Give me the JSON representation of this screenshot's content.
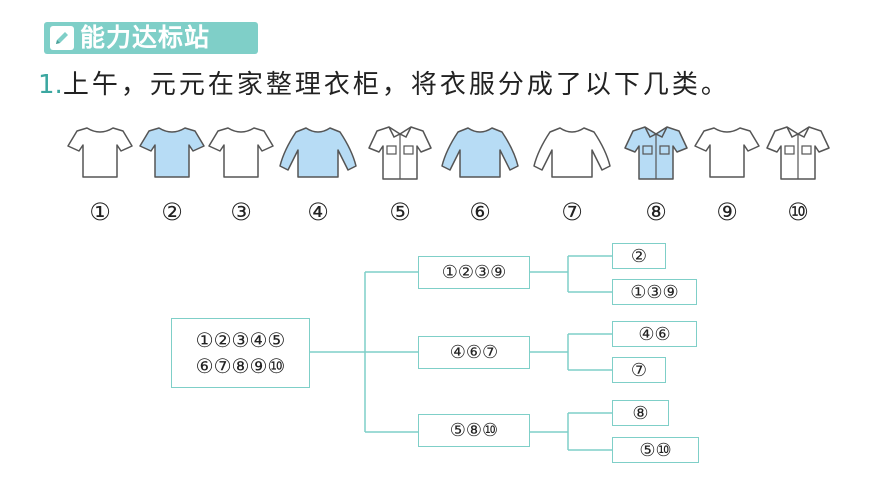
{
  "header": {
    "badge_title": "能力达标站",
    "badge_icon": "pencil-icon",
    "badge_color": "#7fcfc8"
  },
  "question": {
    "number": "1.",
    "text": "上午，元元在家整理衣柜，将衣服分成了以下几类。"
  },
  "clothes": [
    {
      "label": "①",
      "style": "short-sleeve tee",
      "color": "white"
    },
    {
      "label": "②",
      "style": "short-sleeve tee",
      "color": "blue"
    },
    {
      "label": "③",
      "style": "short-sleeve tee",
      "color": "white"
    },
    {
      "label": "④",
      "style": "long-sleeve top",
      "color": "blue"
    },
    {
      "label": "⑤",
      "style": "collared shirt",
      "color": "white"
    },
    {
      "label": "⑥",
      "style": "long-sleeve top",
      "color": "blue"
    },
    {
      "label": "⑦",
      "style": "long-sleeve top",
      "color": "white"
    },
    {
      "label": "⑧",
      "style": "collared shirt",
      "color": "blue"
    },
    {
      "label": "⑨",
      "style": "short-sleeve tee",
      "color": "white"
    },
    {
      "label": "⑩",
      "style": "collared shirt",
      "color": "white"
    }
  ],
  "tree": {
    "root_line1": "①②③④⑤",
    "root_line2": "⑥⑦⑧⑨⑩",
    "mid": [
      "①②③⑨",
      "④⑥⑦",
      "⑤⑧⑩"
    ],
    "leaves": [
      "②",
      "①③⑨",
      "④⑥",
      "⑦",
      "⑧",
      "⑤⑩"
    ]
  },
  "colors": {
    "accent": "#7fcfc8",
    "shirt_blue": "#b7dcf5",
    "line": "#7fcfc8"
  }
}
